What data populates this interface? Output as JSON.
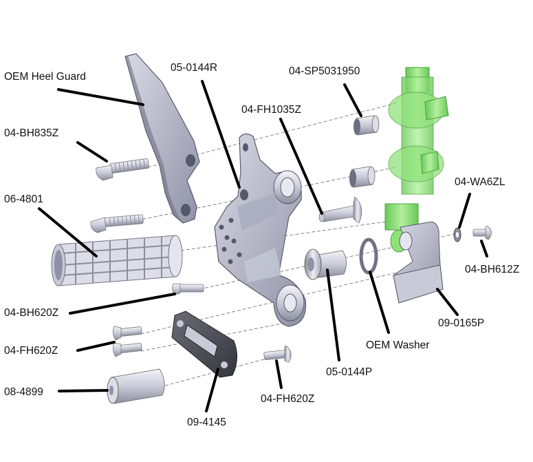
{
  "labels": {
    "heel_guard": "OEM Heel Guard",
    "bh835z": "04-BH835Z",
    "r0144": "05-0144R",
    "sp5031950": "04-SP5031950",
    "fh1035z": "04-FH1035Z",
    "p4801": "06-4801",
    "wa6zl": "04-WA6ZL",
    "bh612z": "04-BH612Z",
    "bh620z": "04-BH620Z",
    "p0165p": "09-0165P",
    "oem_washer": "OEM Washer",
    "fh620z_left": "04-FH620Z",
    "p0144p": "05-0144P",
    "p4899": "08-4899",
    "fh620z_right": "04-FH620Z",
    "p4145": "09-4145"
  },
  "colors": {
    "metal_light": "#e6e6ee",
    "metal_mid": "#b9bccb",
    "metal_dark": "#7b7e90",
    "plate_dark": "#4a4a52",
    "green_part": "#62d14a",
    "green_dark": "#2e8f21",
    "leader_line": "#000000"
  }
}
